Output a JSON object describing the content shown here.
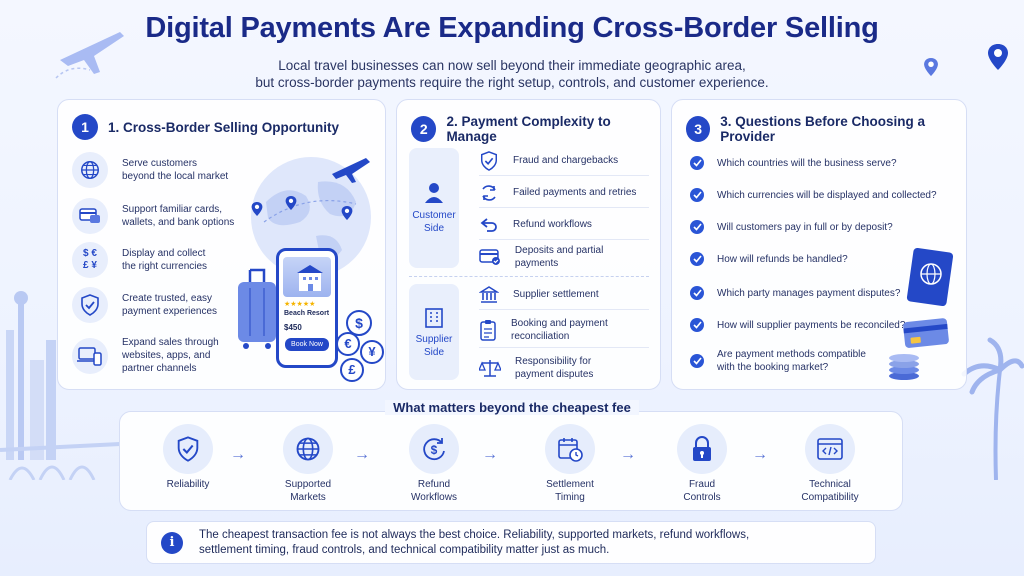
{
  "title": "Digital Payments Are Expanding Cross-Border Selling",
  "subtitle": {
    "line1": "Local travel businesses can now sell beyond their immediate geographic area,",
    "line2": "but cross-border payments require the right setup, controls, and customer experience."
  },
  "panel1": {
    "number": "1",
    "title": "1. Cross-Border Selling Opportunity",
    "items": [
      {
        "icon": "globe-icon",
        "line1": "Serve customers",
        "line2": "beyond the local market"
      },
      {
        "icon": "cards-wallet-icon",
        "line1": "Support familiar cards,",
        "line2": "wallets, and bank options"
      },
      {
        "icon": "currency-icon",
        "line1": "Display and collect",
        "line2": "the right currencies"
      },
      {
        "icon": "shield-check-icon",
        "line1": "Create trusted, easy",
        "line2": "payment experiences"
      },
      {
        "icon": "devices-icon",
        "line1": "Expand sales through",
        "line2": "websites, apps, and",
        "line3": "partner channels"
      }
    ],
    "phone": {
      "name": "Beach Resort",
      "stars": "★★★★★",
      "price": "$450",
      "button": "Book Now"
    },
    "currency_symbols": {
      "dollar": "$",
      "euro": "€",
      "pound": "£",
      "yen": "¥"
    }
  },
  "panel2": {
    "number": "2",
    "title": "2. Payment Complexity to Manage",
    "customer_side": {
      "line1": "Customer",
      "line2": "Side"
    },
    "supplier_side": {
      "line1": "Supplier",
      "line2": "Side"
    },
    "customer_items": [
      {
        "icon": "shield-check-icon",
        "line1": "Fraud and chargebacks"
      },
      {
        "icon": "retry-icon",
        "line1": "Failed payments and retries"
      },
      {
        "icon": "refund-arrow-icon",
        "line1": "Refund workflows"
      },
      {
        "icon": "card-check-icon",
        "line1": "Deposits and partial payments"
      }
    ],
    "supplier_items": [
      {
        "icon": "bank-icon",
        "line1": "Supplier settlement"
      },
      {
        "icon": "clipboard-icon",
        "line1": "Booking and payment",
        "line2": "reconciliation"
      },
      {
        "icon": "scales-icon",
        "line1": "Responsibility for",
        "line2": "payment disputes"
      }
    ]
  },
  "panel3": {
    "number": "3",
    "title": "3. Questions Before Choosing a Provider",
    "questions": [
      {
        "line1": "Which countries will the business serve?"
      },
      {
        "line1": "Which currencies will be displayed and collected?"
      },
      {
        "line1": "Will customers pay in full or by deposit?"
      },
      {
        "line1": "How will refunds be handled?"
      },
      {
        "line1": "Which party manages payment disputes?"
      },
      {
        "line1": "How will supplier payments be reconciled?"
      },
      {
        "line1": "Are payment methods compatible",
        "line2": "with the booking market?"
      }
    ]
  },
  "matters": {
    "title": "What matters beyond the cheapest fee",
    "items": [
      {
        "icon": "shield-check-icon",
        "line1": "Reliability",
        "line2": ""
      },
      {
        "icon": "globe-icon",
        "line1": "Supported",
        "line2": "Markets"
      },
      {
        "icon": "refund-dollar-icon",
        "line1": "Refund",
        "line2": "Workflows"
      },
      {
        "icon": "calendar-clock-icon",
        "line1": "Settlement",
        "line2": "Timing"
      },
      {
        "icon": "lock-icon",
        "line1": "Fraud",
        "line2": "Controls"
      },
      {
        "icon": "code-window-icon",
        "line1": "Technical",
        "line2": "Compatibility"
      }
    ],
    "arrow": "→"
  },
  "note": {
    "icon": "i",
    "line1": "The cheapest transaction fee is not always the best choice. Reliability, supported markets, refund workflows,",
    "line2": "settlement timing, fraud controls, and technical compatibility matter just as much."
  },
  "colors": {
    "accent": "#2448c7",
    "title": "#1a2a88",
    "icon_bg": "#e8eefc"
  }
}
